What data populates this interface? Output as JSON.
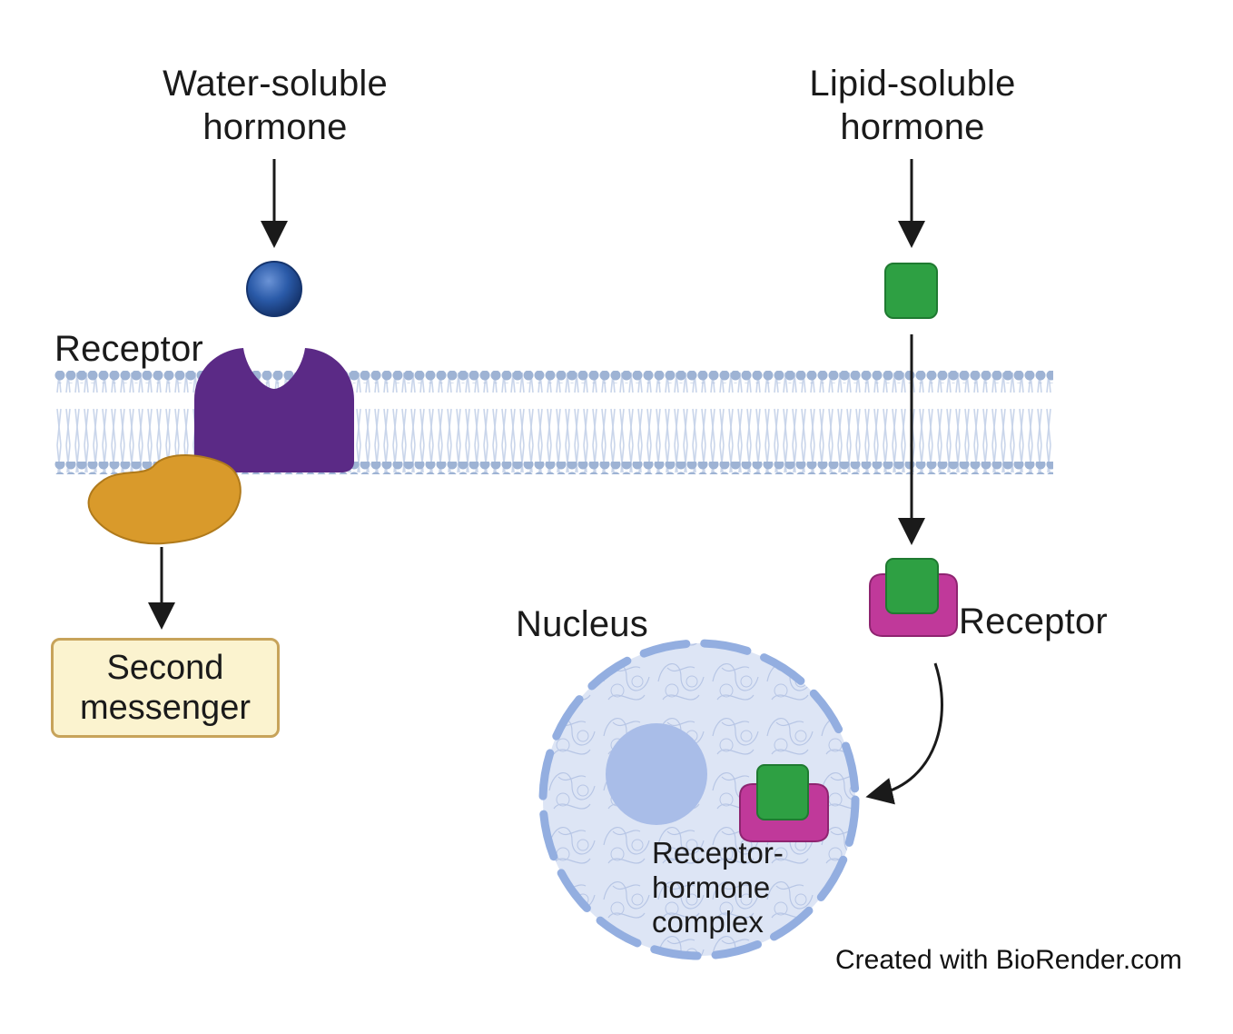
{
  "labels": {
    "water_hormone": [
      "Water-soluble",
      "hormone"
    ],
    "lipid_hormone": [
      "Lipid-soluble",
      "hormone"
    ],
    "receptor_membrane": "Receptor",
    "receptor_cytoplasm": "Receptor",
    "second_messenger": [
      "Second",
      "messenger"
    ],
    "nucleus": "Nucleus",
    "complex": [
      "Receptor-",
      "hormone",
      "complex"
    ]
  },
  "credit": "Created with BioRender.com",
  "colors": {
    "membrane_head": "#9eb3d4",
    "membrane_tail": "#c9d5ea",
    "receptor_purple": "#5b2a86",
    "water_hormone_blue": "#2a5aa8",
    "lipid_hormone_green": "#2ea043",
    "enzyme_orange": "#d99a2b",
    "intracellular_receptor_magenta": "#c0399a",
    "nucleus_fill": "#dde5f5",
    "nucleus_envelope": "#93aee0",
    "nucleolus": "#a9bde8",
    "second_messenger_fill": "#fbf3cf",
    "second_messenger_border": "#c7a35a"
  }
}
